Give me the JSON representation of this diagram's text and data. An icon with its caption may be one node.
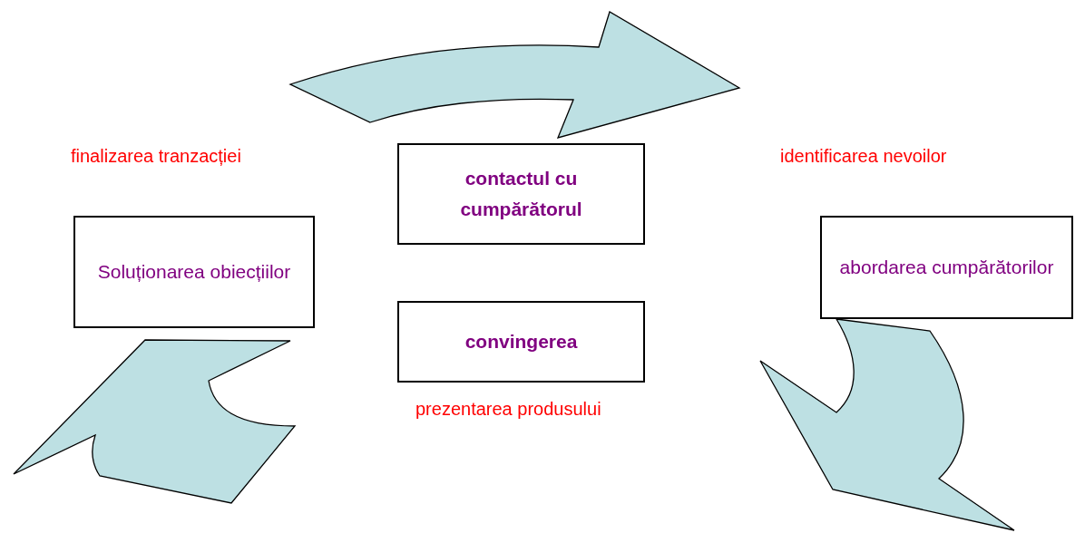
{
  "diagram": {
    "nodes": [
      {
        "text": [
          "contactul cu cumpărătorul"
        ]
      },
      {
        "text": [
          "Soluționarea obiecțiilor"
        ],
        "beside": [
          "finalizarea tranzacției"
        ]
      },
      {
        "text": [
          "abordarea cumpărătorilor"
        ],
        "beside": [
          "identificarea nevoilor"
        ]
      },
      {
        "text": [
          "convingerea"
        ],
        "beside": [
          "prezentarea produsului"
        ]
      }
    ]
  }
}
